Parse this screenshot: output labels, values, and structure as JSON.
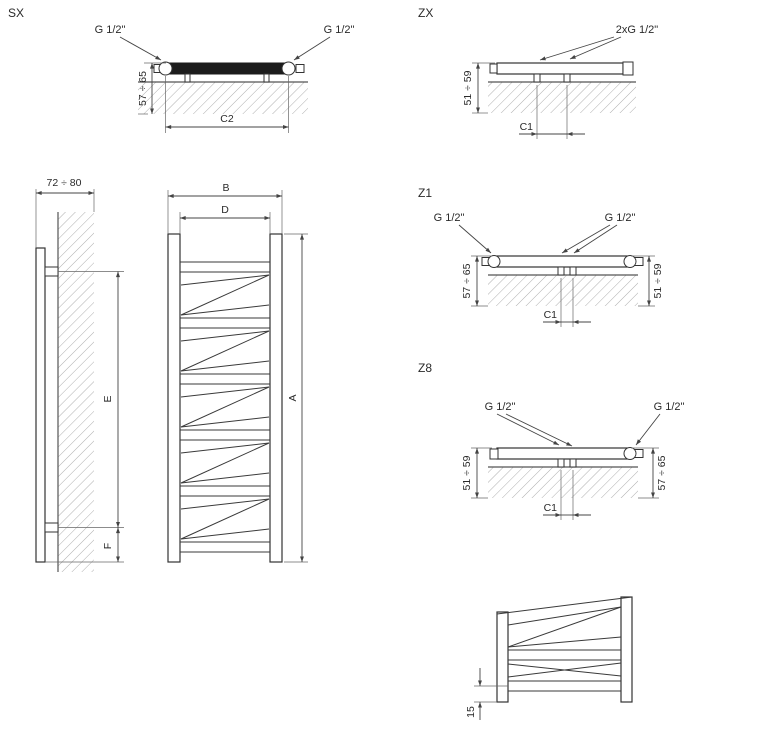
{
  "views": {
    "sx": {
      "label": "SX",
      "left_connection": "G 1/2\"",
      "right_connection": "G 1/2\"",
      "depth_dim": "57 ÷ 65",
      "width_dim": "C2"
    },
    "zx": {
      "label": "ZX",
      "connection": "2xG 1/2\"",
      "depth_dim": "51 ÷ 59",
      "spacing_dim": "C1"
    },
    "z1": {
      "label": "Z1",
      "left_connection": "G 1/2\"",
      "right_connection": "G 1/2\"",
      "left_depth_dim": "57 ÷ 65",
      "right_depth_dim": "51 ÷ 59",
      "spacing_dim": "C1"
    },
    "z8": {
      "label": "Z8",
      "left_connection": "G 1/2\"",
      "right_connection": "G 1/2\"",
      "left_depth_dim": "51 ÷ 59",
      "right_depth_dim": "57 ÷ 65",
      "spacing_dim": "C1"
    },
    "side": {
      "wall_distance_dim": "72 ÷ 80",
      "bracket_span_dim": "E",
      "bottom_offset_dim": "F"
    },
    "front": {
      "width_dim": "B",
      "inner_width_dim": "D",
      "height_dim": "A"
    },
    "bottom_detail": {
      "foot_dim": "15"
    }
  }
}
